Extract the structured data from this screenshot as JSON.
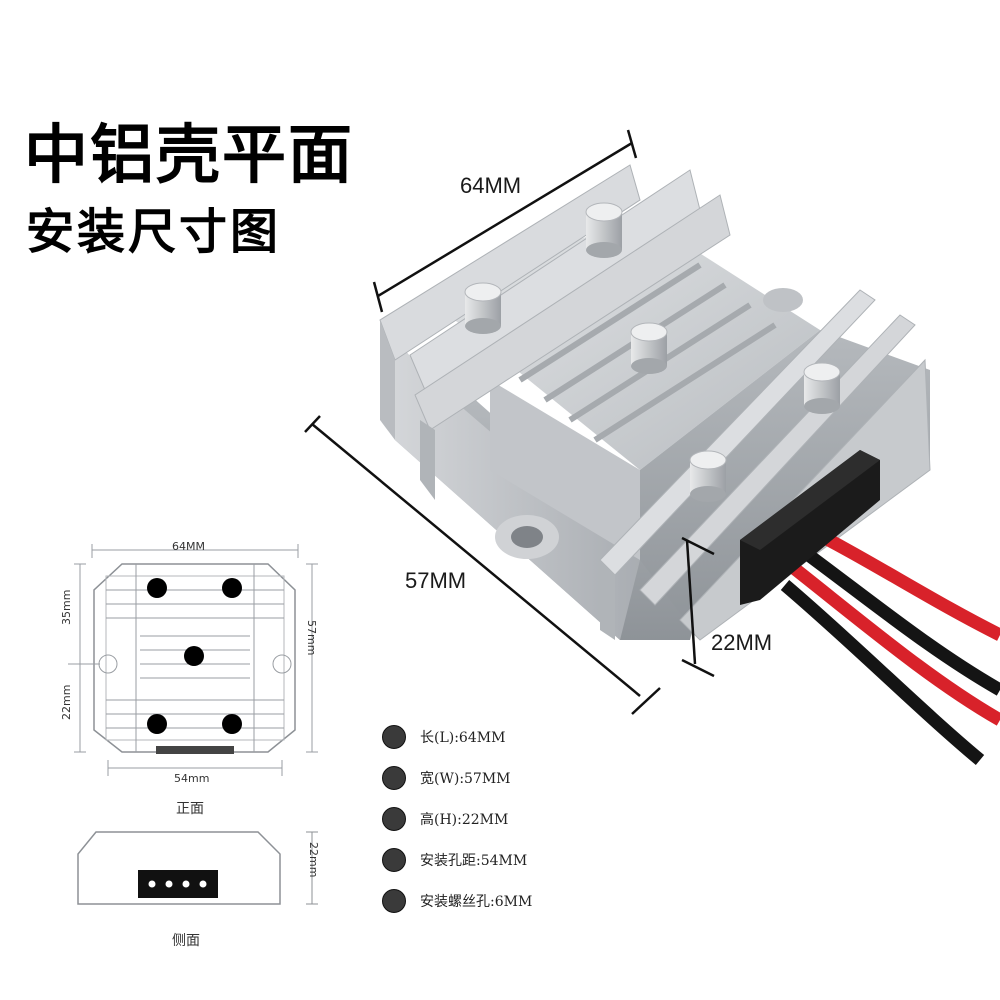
{
  "title": {
    "main": "中铝壳平面",
    "sub": "安装尺寸图"
  },
  "product_dimensions": {
    "length": "64MM",
    "width": "57MM",
    "height": "22MM"
  },
  "front_view": {
    "top_width": "64MM",
    "height_right": "57mm",
    "upper_left": "35mm",
    "lower_left": "22mm",
    "bottom_width": "54mm",
    "caption": "正面"
  },
  "side_view": {
    "height_right": "22mm",
    "caption": "侧面"
  },
  "specs": [
    {
      "text": "长(L):64MM"
    },
    {
      "text": "宽(W):57MM"
    },
    {
      "text": "高(H):22MM"
    },
    {
      "text": "安装孔距:54MM"
    },
    {
      "text": "安装螺丝孔:6MM"
    }
  ],
  "colors": {
    "housing": "#c9cbce",
    "housing_dark": "#9ea2a7",
    "wire_red": "#d8222a",
    "wire_black": "#111111",
    "dot": "#3a3a3a"
  }
}
